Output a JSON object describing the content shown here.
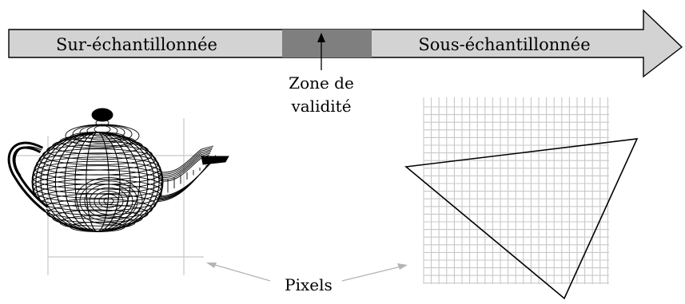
{
  "arrow": {
    "left_label": "Sur-échantillonnée",
    "right_label": "Sous-échantillonnée",
    "fill": "#d3d3d3",
    "zone_fill": "#7f7f7f",
    "stroke": "#000000"
  },
  "zone": {
    "line1": "Zone de",
    "line2": "validité"
  },
  "pixels_label": "Pixels",
  "colors": {
    "grid": "#c8c8c8",
    "pointer": "#b4b4b4",
    "mesh": "#000000"
  },
  "icons": {
    "teapot": "teapot-wireframe-icon",
    "triangle": "triangle-outline-icon"
  }
}
